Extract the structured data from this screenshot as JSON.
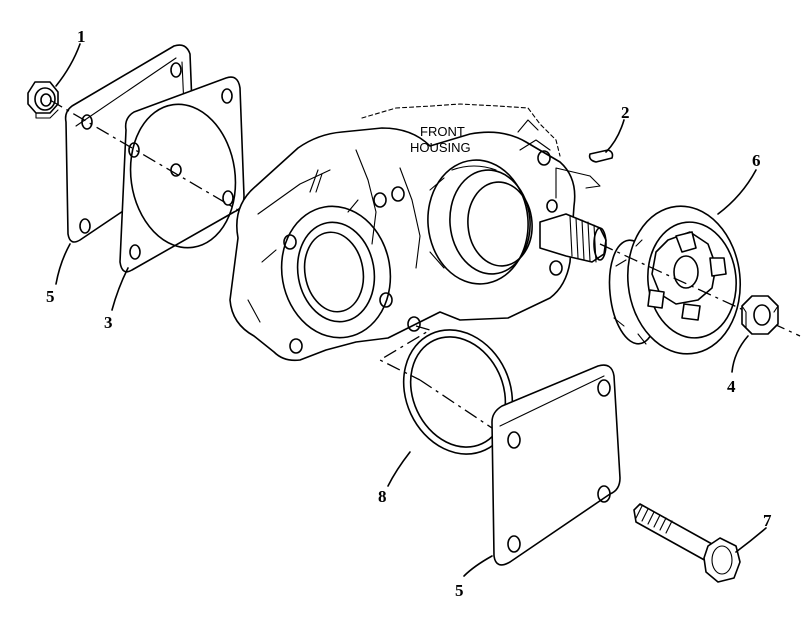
{
  "housing_label": {
    "line1": "FRONT",
    "line2": "HOUSING"
  },
  "callouts": [
    "1",
    "2",
    "3",
    "4",
    "5",
    "5",
    "6",
    "7",
    "8"
  ]
}
